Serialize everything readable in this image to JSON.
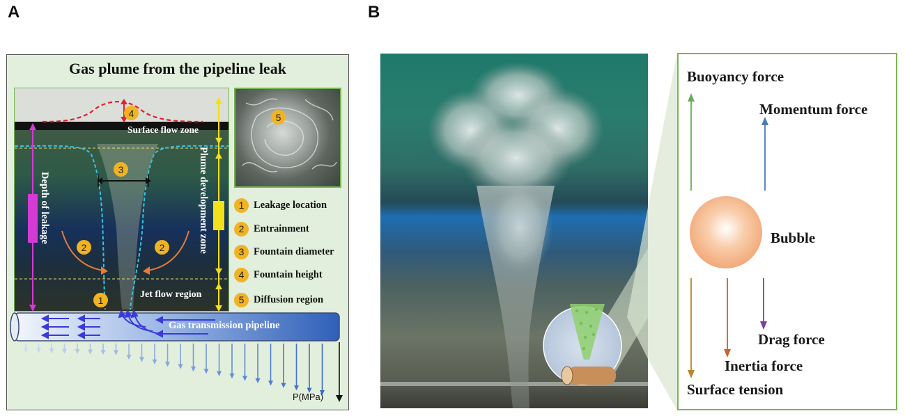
{
  "panels": {
    "a": "A",
    "b": "B"
  },
  "panel_a": {
    "title": "Gas plume from the pipeline leak",
    "zones": {
      "surface": "Surface flow zone",
      "plume": "Plume development zone",
      "jet": "Jet flow region",
      "depth": "Depth of leakage"
    },
    "pipeline_label": "Gas transmission pipeline",
    "pressure_label": "P(MPa)",
    "markers": {
      "m1": "1",
      "m2": "2",
      "m3": "3",
      "m4": "4",
      "m5": "5"
    },
    "legend": [
      {
        "num": "1",
        "label": "Leakage location"
      },
      {
        "num": "2",
        "label": "Entrainment"
      },
      {
        "num": "3",
        "label": "Fountain diameter"
      },
      {
        "num": "4",
        "label": "Fountain height"
      },
      {
        "num": "5",
        "label": "Diffusion region"
      }
    ]
  },
  "panel_b": {
    "forces": {
      "buoyancy": "Buoyancy force",
      "momentum": "Momentum force",
      "bubble": "Bubble",
      "drag": "Drag force",
      "inertia": "Inertia force",
      "surface_tension": "Surface tension"
    },
    "colors": {
      "buoyancy": "#6aac5a",
      "momentum": "#4a7ab8",
      "drag": "#7b3fa0",
      "inertia": "#c8632a",
      "surface_tension": "#b8862a",
      "frame": "#7ab552"
    }
  }
}
